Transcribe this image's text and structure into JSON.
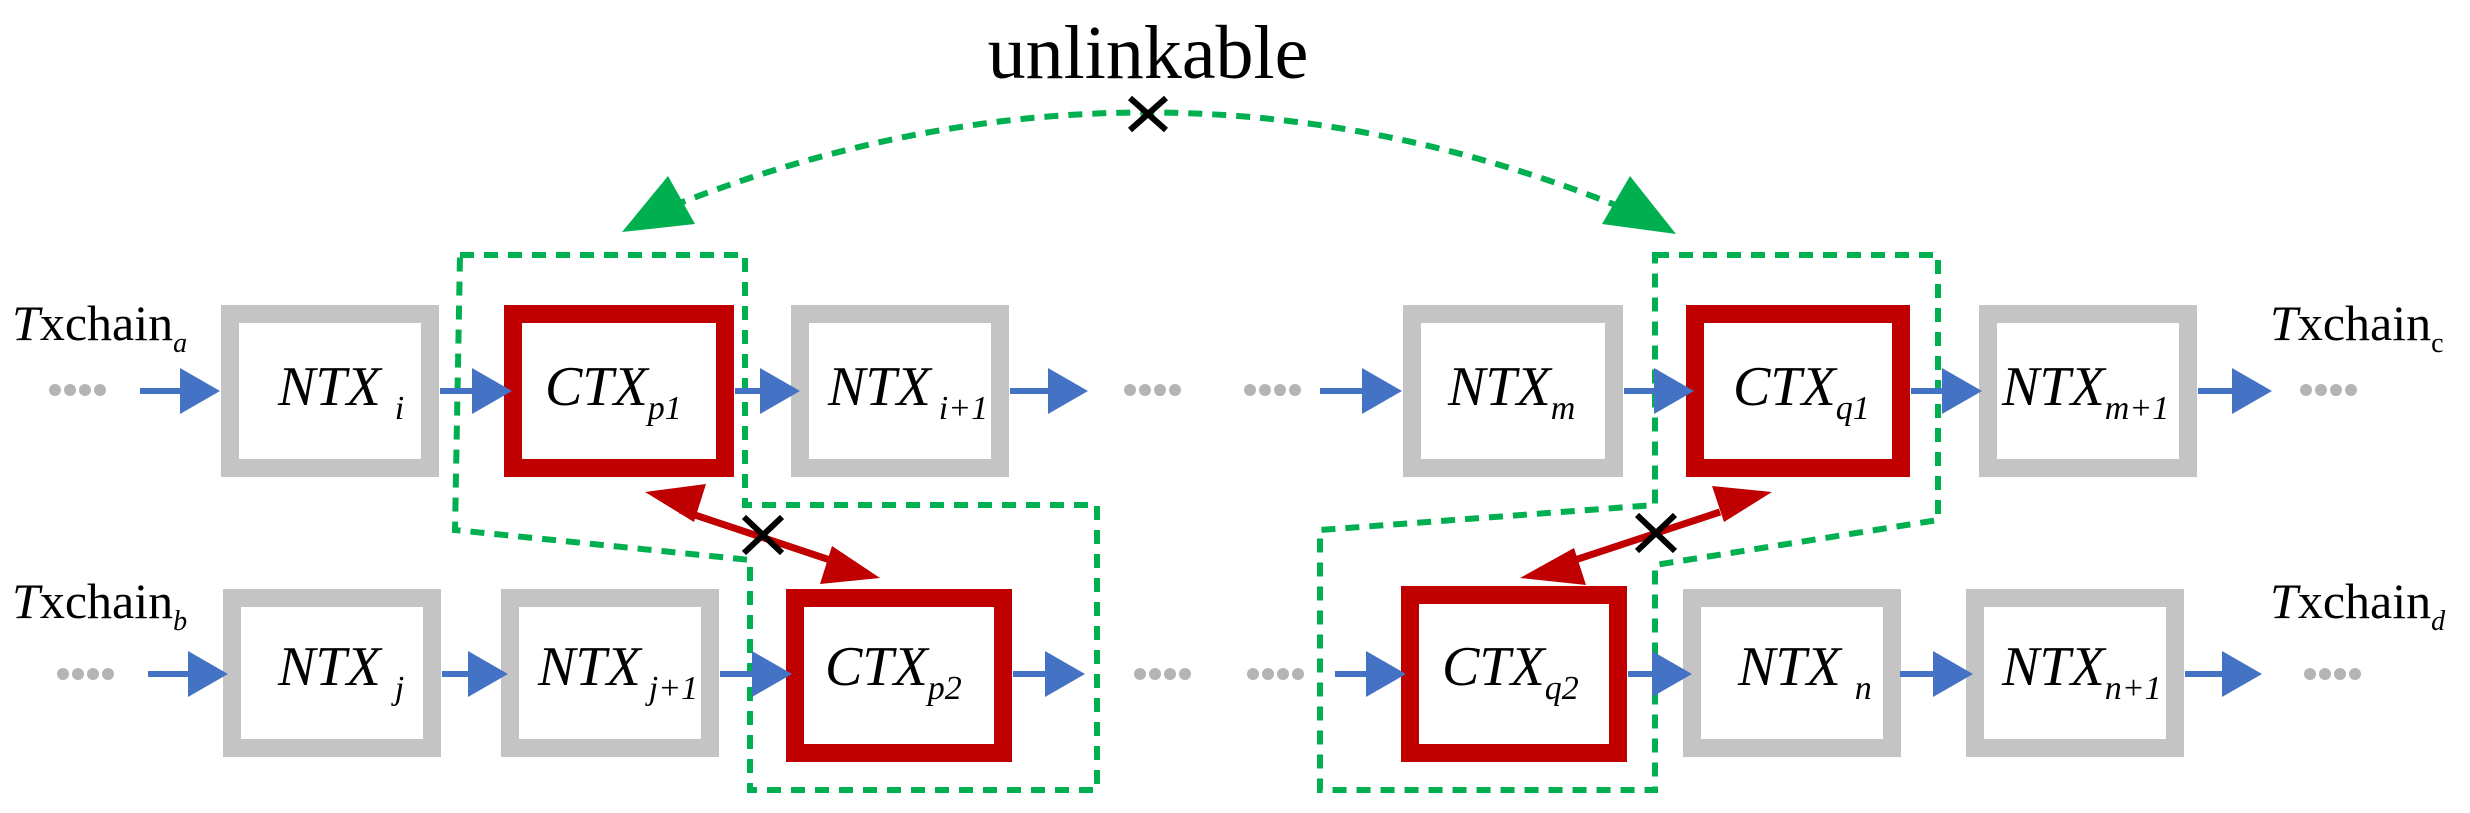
{
  "title": "unlinkable",
  "chains": {
    "a": {
      "prefix": "T",
      "name": "xchain",
      "sub": "a"
    },
    "b": {
      "prefix": "T",
      "name": "xchain",
      "sub": "b"
    },
    "c": {
      "prefix": "T",
      "name": "xchain",
      "sub": "c"
    },
    "d": {
      "prefix": "T",
      "name": "xchain",
      "sub": "d"
    }
  },
  "boxes": {
    "ntx_i": {
      "main": "NTX",
      "sub": "i",
      "kind": "normal"
    },
    "ctx_p1": {
      "main": "CTX",
      "sub": "p1",
      "kind": "cross"
    },
    "ntx_i1": {
      "main": "NTX",
      "sub": "i+1",
      "kind": "normal"
    },
    "ntx_m": {
      "main": "NTX",
      "sub": "m",
      "kind": "normal"
    },
    "ctx_q1": {
      "main": "CTX",
      "sub": "q1",
      "kind": "cross"
    },
    "ntx_m1": {
      "main": "NTX",
      "sub": "m+1",
      "kind": "normal"
    },
    "ntx_j": {
      "main": "NTX",
      "sub": "j",
      "kind": "normal"
    },
    "ntx_j1": {
      "main": "NTX",
      "sub": "j+1",
      "kind": "normal"
    },
    "ctx_p2": {
      "main": "CTX",
      "sub": "p2",
      "kind": "cross"
    },
    "ctx_q2": {
      "main": "CTX",
      "sub": "q2",
      "kind": "cross"
    },
    "ntx_n": {
      "main": "NTX",
      "sub": "n",
      "kind": "normal"
    },
    "ntx_n1": {
      "main": "NTX",
      "sub": "n+1",
      "kind": "normal"
    }
  },
  "colors": {
    "normal_box": "#c4c4c4",
    "cross_box": "#c00000",
    "flow_arrow": "#4472c4",
    "unlinkable_link": "#00b050",
    "ellipsis_dots": "#b4b4b4"
  },
  "icons": {
    "unlinkable_marker": "cross-x-icon",
    "ellipsis": "ellipsis-dots-icon"
  }
}
